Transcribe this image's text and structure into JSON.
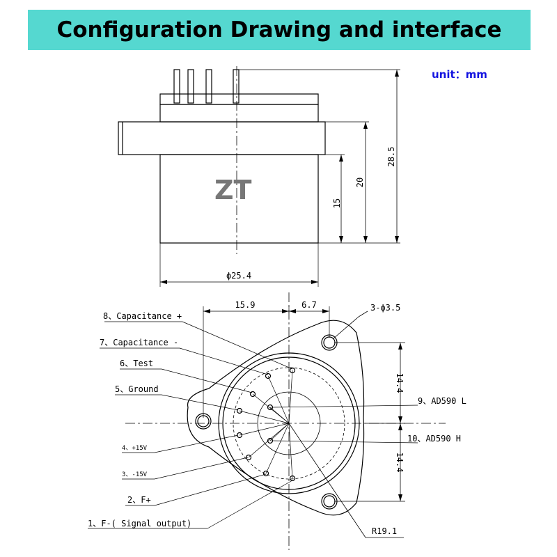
{
  "header": {
    "title": "Configuration Drawing and interface",
    "unit": "unit：mm"
  },
  "side_view": {
    "brand": "ZT",
    "dim_height_15": "15",
    "dim_height_20": "20",
    "dim_height_28_5": "28.5",
    "dim_diameter": "ϕ25.4"
  },
  "bottom_view": {
    "dim_15_9": "15.9",
    "dim_6_7": "6.7",
    "dim_holes": "3-ϕ3.5",
    "dim_14_4_top": "14.4",
    "dim_14_4_bottom": "14.4",
    "dim_radius": "R19.1",
    "pins": [
      "8、Capacitance +",
      "7、Capacitance -",
      "6、Test",
      "5、Ground",
      "4、+15V",
      "3、-15V",
      "2、F+",
      "1、F-( Signal  output)",
      "9、AD590 L",
      "10、AD590 H"
    ]
  },
  "colors": {
    "banner": "#55d8d0",
    "unit": "#1414e0",
    "brand": "#777777",
    "line": "#000000"
  }
}
